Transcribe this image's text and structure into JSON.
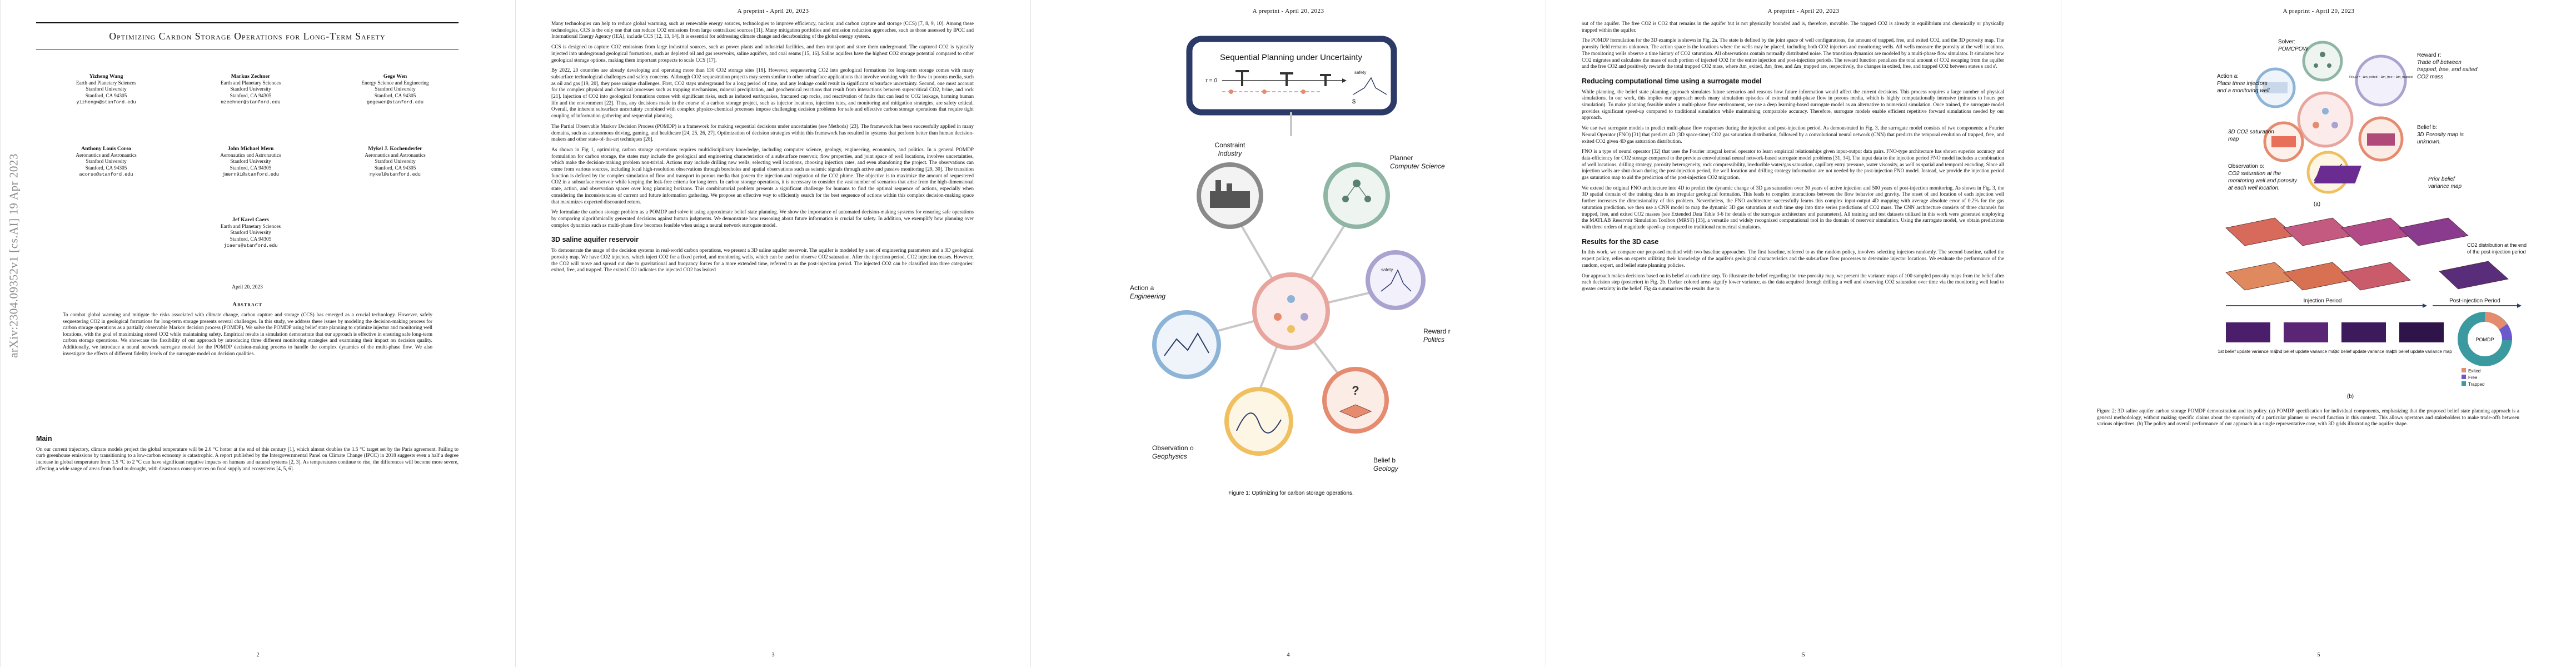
{
  "header": "A preprint - April 20, 2023",
  "arxiv_stamp": "arXiv:2304.09352v1  [cs.AI]  19 Apr 2023",
  "page1": {
    "title": "Optimizing Carbon Storage Operations for Long-Term Safety",
    "authors": [
      {
        "name": "Yizheng Wang",
        "l1": "Earth and Planetary Sciences",
        "l2": "Stanford University",
        "l3": "Stanford, CA 94305",
        "email": "yizhengw@stanford.edu"
      },
      {
        "name": "Markus Zechner",
        "l1": "Earth and Planetary Sciences",
        "l2": "Stanford University",
        "l3": "Stanford, CA 94305",
        "email": "mzechner@stanford.edu"
      },
      {
        "name": "Gege Wen",
        "l1": "Energy Science and Engineering",
        "l2": "Stanford University",
        "l3": "Stanford, CA 94305",
        "email": "gegewen@stanford.edu"
      },
      {
        "name": "Anthony Louis Corso",
        "l1": "Aeronautics and Astronautics",
        "l2": "Stanford University",
        "l3": "Stanford, CA 94305",
        "email": "acorso@stanford.edu"
      },
      {
        "name": "John Michael Mern",
        "l1": "Aeronautics and Astronautics",
        "l2": "Stanford University",
        "l3": "Stanford, CA 94305",
        "email": "jmern91@stanford.edu"
      },
      {
        "name": "Mykel J. Kochenderfer",
        "l1": "Aeronautics and Astronautics",
        "l2": "Stanford University",
        "l3": "Stanford, CA 94305",
        "email": "mykel@stanford.edu"
      },
      {
        "name": "Jef Karel Caers",
        "l1": "Earth and Planetary Sciences",
        "l2": "Stanford University",
        "l3": "Stanford, CA 94305",
        "email": "jcaers@stanford.edu"
      }
    ],
    "date": "April 20, 2023",
    "abstract_heading": "Abstract",
    "abstract": "To combat global warming and mitigate the risks associated with climate change, carbon capture and storage (CCS) has emerged as a crucial technology. However, safely sequestering CO2 in geological formations for long-term storage presents several challenges. In this study, we address these issues by modeling the decision-making process for carbon storage operations as a partially observable Markov decision process (POMDP). We solve the POMDP using belief state planning to optimize injector and monitoring well locations, with the goal of maximizing stored CO2 while maintaining safety. Empirical results in simulation demonstrate that our approach is effective in ensuring safe long-term carbon storage operations. We showcase the flexibility of our approach by introducing three different monitoring strategies and examining their impact on decision quality. Additionally, we introduce a neural network surrogate model for the POMDP decision-making process to handle the complex dynamics of the multi-phase flow. We also investigate the effects of different fidelity levels of the surrogate model on decision qualities.",
    "main_heading": "Main",
    "main_text": "On our current trajectory, climate models project the global temperature will be 2.6 °C hotter at the end of this century [1], which almost doubles the 1.5 °C target set by the Paris agreement. Failing to curb greenhouse emissions by transitioning to a low-carbon economy is catastrophic. A report published by the Intergovernmental Panel on Climate Change (IPCC) in 2018 suggests even a half a degree increase in global temperature from 1.5 °C to 2 °C can have significant negative impacts on humans and natural systems [2, 3]. As temperatures continue to rise, the differences will become more severe, affecting a wide range of areas from flood to drought, with disastrous consequences on food supply and ecosystems [4, 5, 6].",
    "page_number": "2"
  },
  "page2": {
    "paragraphs": [
      "Many technologies can help to reduce global warming, such as renewable energy sources, technologies to improve efficiency, nuclear, and carbon capture and storage (CCS) [7, 8, 9, 10]. Among these technologies, CCS is the only one that can reduce CO2 emissions from large centralized sources [11]. Many mitigation portfolios and emission reduction approaches, such as those assessed by IPCC and International Energy Agency (IEA), include CCS [12, 13, 14]. It is essential for addressing climate change and decarbonizing of the global energy system.",
      "CCS is designed to capture CO2 emissions from large industrial sources, such as power plants and industrial facilities, and then transport and store them underground. The captured CO2 is typically injected into underground geological formations, such as depleted oil and gas reservoirs, saline aquifers, and coal seams [15, 16]. Saline aquifers have the highest CO2 storage potential compared to other geological storage options, making them important prospects to scale CCS [17].",
      "By 2022, 20 countries are already developing and operating more than 130 CO2 storage sites [18]. However, sequestering CO2 into geological formations for long-term storage comes with many subsurface technological challenges and safety concerns. Although CO2 sequestration projects may seem similar to other subsurface applications that involve working with the flow in porous media, such as oil and gas [19, 20], they pose unique challenges. First, CO2 stays underground for a long period of time, and any leakage could result in significant subsurface uncertainty. Second, one must account for the complex physical and chemical processes such as trapping mechanisms, mineral precipitation, and geochemical reactions that result from interactions between supercritical CO2, brine, and rock [21]. Injection of CO2 into geological formations comes with significant risks, such as induced earthquakes, fractured cap rocks, and reactivation of faults that can lead to CO2 leakage, harming human life and the environment [22]. Thus, any decisions made in the course of a carbon storage project, such as injector locations, injection rates, and monitoring and mitigation strategies, are safety critical. Overall, the inherent subsurface uncertainty combined with complex physico-chemical processes impose challenging decision problems for safe and effective carbon storage operations that require tight coupling of information gathering and sequential planning.",
      "The Partial Observable Markov Decision Process (POMDP) is a framework for making sequential decisions under uncertainties (see Methods) [23]. The framework has been successfully applied in many domains, such as autonomous driving, gaming, and healthcare [24, 25, 26, 27]. Optimization of decision strategies within this framework has resulted in systems that perform better than human decision-makers and other state-of-the-art techniques [28].",
      "As shown in Fig 1, optimizing carbon storage operations requires multidisciplinary knowledge, including computer science, geology, engineering, economics, and politics. In a general POMDP formulation for carbon storage, the states may include the geological and engineering characteristics of a subsurface reservoir, flow properties, and joint space of well locations, involves uncertainties, which make the decision-making problem non-trivial. Actions may include drilling new wells, selecting well locations, choosing injection rates, and even abandoning the project. The observations can come from various sources, including local high-resolution observations through boreholes and spatial observations such as seismic signals through active and passive monitoring [29, 30]. The transition function is defined by the complex simulation of flow and transport in porous media that govern the injection and migration of the CO2 plume. The objective is to maximize the amount of sequestered CO2 in a subsurface reservoir while keeping the leak-free criteria for long term. In carbon storage operations, it is necessary to consider the vast number of scenarios that arise from the high-dimensional state, action, and observation spaces over long planning horizons. This combinatorial problem presents a significant challenge for humans to find the optimal sequence of actions, especially when considering the inconsistencies of current and future information gathering. We propose an effective way to efficiently search for the best sequence of actions within this complex decision-making space that maximizes expected discounted return.",
      "We formulate the carbon storage problem as a POMDP and solve it using approximate belief state planning. We show the importance of automated decision-making systems for ensuring safe operations by comparing algorithmically generated decisions against human judgments. We demonstrate how reasoning about future information is crucial for safety. In addition, we exemplify how planning over complex dynamics such as multi-phase flow becomes feasible when using a neural network surrogate model."
    ],
    "section_heading": "3D saline aquifer reservoir",
    "section_text": "To demonstrate the usage of the decision systems in real-world carbon operations, we present a 3D saline aquifer reservoir. The aquifer is modeled by a set of engineering parameters and a 3D geological porosity map. We have CO2 injectors, which inject CO2 for a fixed period, and monitoring wells, which can be used to observe CO2 saturation. After the injection period, CO2 injection ceases. However, the CO2 will move and spread out due to gravitational and buoyancy forces for a more extended time, referred to as the post-injection period. The injected CO2 can be classified into three categories: exited, free, and trapped. The exited CO2 indicates the injected CO2 has leaked",
    "page_number": "3"
  },
  "page3": {
    "figure_title": "Sequential Planning under Uncertainty",
    "labels": {
      "tau": "τ = 0",
      "safety": "safety",
      "dollar": "$",
      "constraint_a": "Constraint",
      "constraint_b": "Industry",
      "planner_a": "Planner",
      "planner_b": "Computer Science",
      "action_a": "Action a",
      "action_b": "Engineering",
      "reward_a": "Reward r",
      "reward_b": "Politics",
      "observation_a": "Observation o",
      "observation_b": "Geophysics",
      "belief_a": "Belief b",
      "belief_b": "Geology",
      "question": "?"
    },
    "caption": "Figure 1: Optimizing for carbon storage operations.",
    "page_number": "4"
  },
  "page4": {
    "paragraphs": [
      "out of the aquifer. The free CO2 is CO2 that remains in the aquifer but is not physically bounded and is, therefore, movable. The trapped CO2 is already in equilibrium and chemically or physically trapped within the aquifer.",
      "The POMDP formulation for the 3D example is shown in Fig. 2a. The state is defined by the joint space of well configurations, the amount of trapped, free, and exited CO2, and the 3D porosity map. The porosity field remains unknown. The action space is the locations where the wells may be placed, including both CO2 injectors and monitoring wells. All wells measure the porosity at the well locations. The monitoring wells observe a time history of CO2 saturation. All observations contain normally distributed noise. The transition dynamics are modeled by a multi-phase flow simulator. It simulates how CO2 migrates and calculates the mass of each portion of injected CO2 for the entire injection and post-injection periods. The reward function penalizes the total amount of CO2 escaping from the aquifer and the free CO2 and positively rewards the total trapped CO2 mass, where Δm_exited, Δm_free, and Δm_trapped are, respectively, the changes in exited, free, and trapped CO2 between states s and s'."
    ],
    "section1_heading": "Reducing computational time using a surrogate model",
    "section1_paragraphs": [
      "While planning, the belief state planning approach simulates future scenarios and reasons how future information would affect the current decisions. This process requires a large number of physical simulations. In our work, this implies our approach needs many simulation episodes of external multi-phase flow in porous media, which is highly computationally intensive (minutes to hours per simulation). To make planning feasible under a multi-phase flow environment, we use a deep learning-based surrogate model as an alternative to numerical simulation. Once trained, the surrogate model provides significant speed-up compared to traditional simulation while maintaining comparable accuracy. Therefore, surrogate models enable efficient repetitive forward simulations needed by our approach.",
      "We use two surrogate models to predict multi-phase flow responses during the injection and post-injection period. As demonstrated in Fig. 3, the surrogate model consists of two components: a Fourier Neural Operator (FNO) [31] that predicts 4D (3D space-time) CO2 gas saturation distribution, followed by a convolutional neural network (CNN) that predicts the temporal evolution of trapped, free, and exited CO2 given 4D gas saturation distribution.",
      "FNO is a type of neural operator [32] that uses the Fourier integral kernel operator to learn empirical relationships given input-output data pairs. FNO-type architecture has shown superior accuracy and data-efficiency for CO2 storage compared to the previous convolutional neural network-based surrogate model problems [31, 34]. The input data to the injection period FNO model includes a combination of well locations, drilling strategy, porosity heterogeneity, rock compressibility, irreducible water/gas saturation, capillary entry pressure, water viscosity, as well as spatial and temporal encoding. Since all injection wells are shut down during the post-injection period, the well location and drilling strategy information are not needed by the post-injection FNO model. Instead, we provide the injection period gas saturation map to aid the prediction of the post-injection CO2 migration.",
      "We extend the original FNO architecture into 4D to predict the dynamic change of 3D gas saturation over 30 years of active injection and 500 years of post-injection monitoring. As shown in Fig. 3, the 3D spatial domain of the training data is an irregular geological formation. This leads to complex interactions between the flow behavior and gravity. The onset of and location of each injection well further increases the dimensionality of this problem. Nevertheless, the FNO architecture successfully learns this complex input-output 4D mapping with average absolute error of 0.2% for the gas saturation prediction. we then use a CNN model to map the dynamic 3D gas saturation at each time step into time series predictions of CO2 mass. The CNN architecture consists of three channels for trapped, free, and exited CO2 masses (see Extended Data Table 3-6 for details of the surrogate architecture and parameters). All training and test datasets utilized in this work were generated employing the MATLAB Reservoir Simulation Toolbox (MRST) [35], a versatile and widely recognized computational tool in the domain of reservoir simulation. Using the surrogate model, we obtain predictions with three orders of magnitude speed-up compared to traditional numerical simulators."
    ],
    "section2_heading": "Results for the 3D case",
    "section2_paragraphs": [
      "In this work, we compare our proposed method with two baseline approaches. The first baseline, referred to as the random policy, involves selecting injectors randomly. The second baseline, called the expert policy, relies on experts utilizing their knowledge of the aquifer's geological characteristics and the subsurface flow processes to determine injector locations. We evaluate the performance of the random, expert, and belief state planning policies.",
      "Our approach makes decisions based on its belief at each time step. To illustrate the belief regarding the true porosity map, we present the variance maps of 100 sampled porosity maps from the belief after each decision step (posterior) in Fig. 2b. Darker colored areas signify lower variance, as the data acquired through drilling a well and observing CO2 saturation over time via the monitoring well lead to greater certainty in the belief. Fig 4a summarizes the results due to"
    ],
    "page_number": "5"
  },
  "page5": {
    "panel_a": {
      "solver_a": "Solver:",
      "solver_b": "POMCPOW",
      "action_a": "Action a:",
      "action_b": "Place three injectors",
      "action_c": "and a monitoring well",
      "reward_a": "Reward r:",
      "reward_b": "Trade off between",
      "reward_c": "trapped, free, and exited",
      "reward_d": "CO2 mass",
      "sat_a": "3D CO2 saturation",
      "sat_b": "map",
      "belief_a": "Belief b:",
      "belief_b": "3D Porosity map is",
      "belief_c": "unknown.",
      "obs_a": "Observation o:",
      "obs_b": "CO2 saturation at the",
      "obs_c": "monitoring well and porosity",
      "obs_d": "at each well location.",
      "prior_a": "Prior belief",
      "prior_b": "variance map",
      "formula": "R(s,a) = −Δm_exited − Δm_free + Δm_trapped",
      "panel_label": "(a)"
    },
    "panel_b": {
      "injection_period": "Injection Period",
      "post_injection_period": "Post-injection Period",
      "co2_note_a": "CO2 distribution at the end",
      "co2_note_b": "of the post-injection period",
      "variance_labels": [
        "1st belief update variance map",
        "2nd belief update variance map",
        "3rd belief update variance map",
        "4th belief update variance map"
      ],
      "legend": [
        "Exited",
        "Free",
        "Trapped"
      ],
      "donut_label": "POMDP",
      "panel_label": "(b)"
    },
    "caption": "Figure 2: 3D saline aquifer carbon storage POMDP demonstration and its policy. (a) POMDP specification for individual components, emphasizing that the proposed belief state planning approach is a general methodology, without making specific claims about the superiority of a particular planner or reward function in this context. This allows operators and stakeholders to make trade-offs between various objectives. (b) The policy and overall performance of our approach in a single representative case, with 3D grids illustrating the aquifer shape.",
    "page_number": "5"
  },
  "colors": {
    "navy": "#2b3a67",
    "constraint": "#8a8a8a",
    "planner": "#8fb5a5",
    "action": "#8db4d6",
    "reward": "#a9a3d0",
    "observation": "#f0c060",
    "belief": "#e58b6f",
    "center": "#e7a59d"
  }
}
